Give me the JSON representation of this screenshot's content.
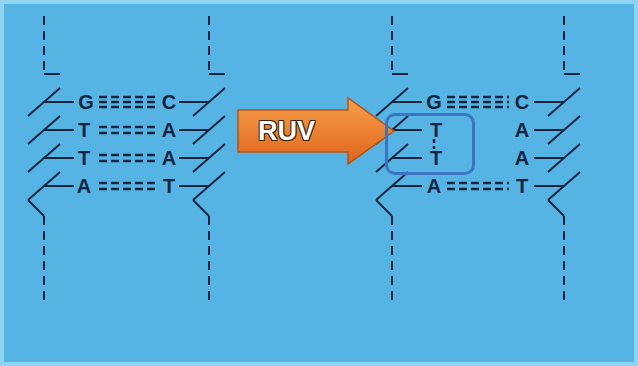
{
  "diagram": {
    "nodes": [
      {
        "text": [
          "RUV"
        ]
      },
      {
        "text": [
          "T",
          "T"
        ]
      }
    ],
    "labels": [
      "G",
      "C",
      "T",
      "A",
      "T",
      "A",
      "A",
      "T",
      "G",
      "C",
      "A",
      "A",
      "A",
      "T"
    ]
  }
}
